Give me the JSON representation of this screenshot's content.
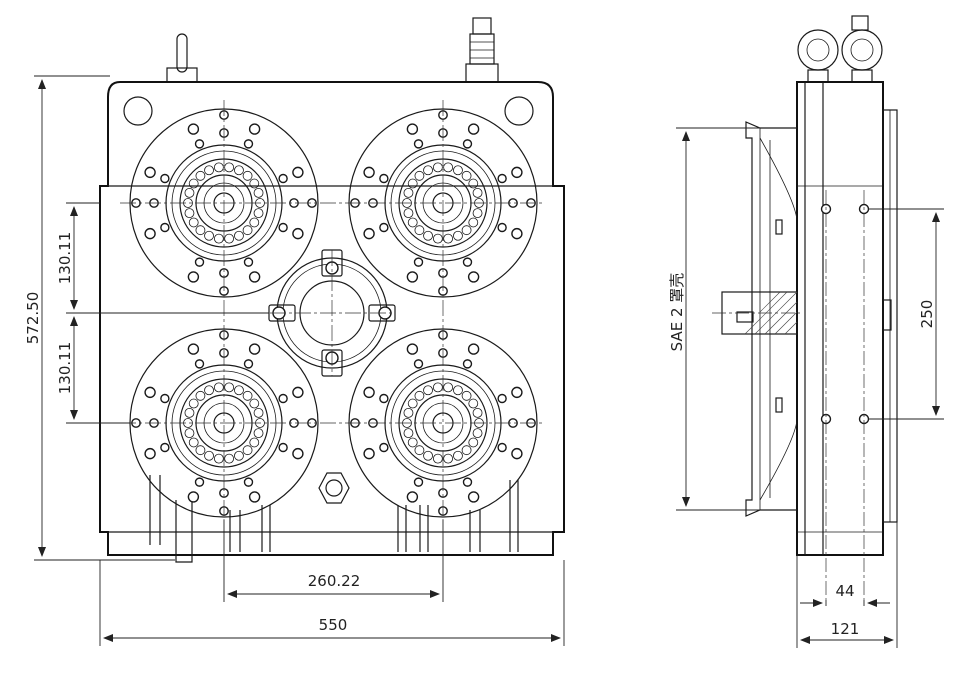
{
  "dimensions": {
    "height_total": "572.50",
    "offset_upper": "130.11",
    "offset_lower": "130.11",
    "center_distance": "260.22",
    "width_total": "550",
    "side_center_distance": "250",
    "side_flange_label": "SAE 2 罩壳",
    "side_offset": "44",
    "side_width": "121"
  }
}
